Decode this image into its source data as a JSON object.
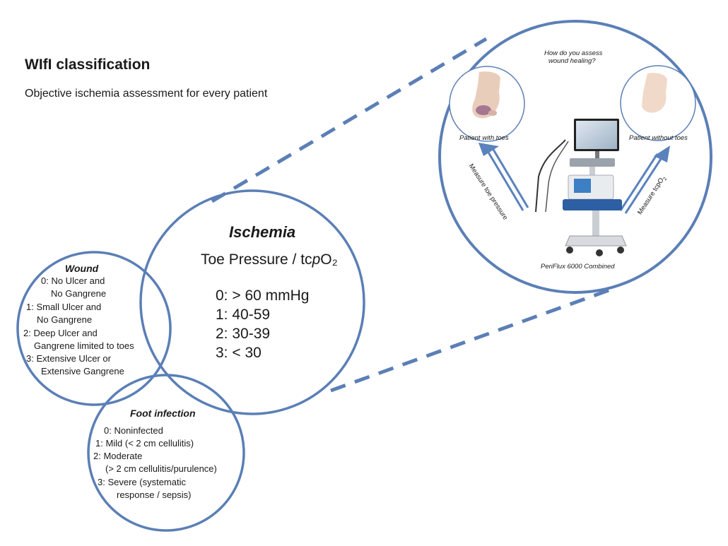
{
  "header": {
    "title": "WIfI classification",
    "subtitle": "Objective ischemia assessment for every patient"
  },
  "wound": {
    "title": "Wound",
    "lines": [
      "0: No Ulcer and",
      "No Gangrene",
      "1: Small Ulcer and",
      "No Gangrene",
      "2: Deep Ulcer and",
      "Gangrene limited to toes",
      "3: Extensive Ulcer or",
      "Extensive Gangrene"
    ]
  },
  "ischemia": {
    "title": "Ischemia",
    "measure_prefix": "Toe Pressure / tc",
    "measure_p": "p",
    "measure_suffix": "O₂",
    "items": [
      "0: > 60 mmHg",
      "1: 40-59",
      "2: 30-39",
      "3: < 30"
    ]
  },
  "foot_infection": {
    "title": "Foot infection",
    "lines": [
      "0: Noninfected",
      "1: Mild (< 2 cm cellulitis)",
      "2: Moderate",
      "(> 2 cm cellulitis/purulence)",
      "3: Severe (systematic",
      "response / sepsis)"
    ]
  },
  "device_panel": {
    "question_line1": "How do you assess",
    "question_line2": "wound healing?",
    "left_caption": "Patient with toes",
    "right_caption": "Patient without toes",
    "left_arrow_label": "Measure toe pressure",
    "right_arrow_label_prefix": "Measure tcpO",
    "right_arrow_label_sub": "2",
    "device_caption": "PeriFlux 6000 Combined"
  },
  "colors": {
    "circle_stroke": "#5b7fb6",
    "arrow": "#5a82bd",
    "text": "#1a1a1a"
  }
}
